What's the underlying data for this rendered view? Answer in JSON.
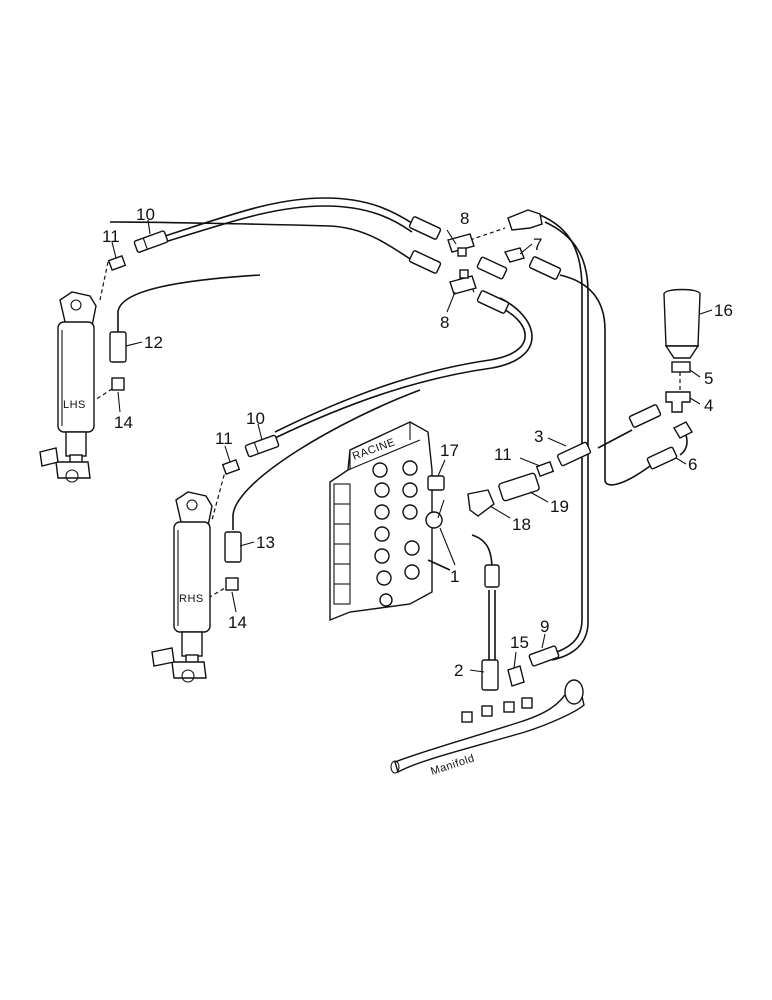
{
  "callouts": [
    "1",
    "2",
    "3",
    "4",
    "5",
    "6",
    "7",
    "8",
    "8",
    "9",
    "10",
    "10",
    "11",
    "11",
    "11",
    "12",
    "13",
    "14",
    "14",
    "15",
    "16",
    "17",
    "18",
    "19"
  ],
  "labels": {
    "manifold": "Manifold",
    "valve_brand": "RACINE",
    "left_cylinder": "LHS",
    "right_cylinder": "RHS"
  }
}
